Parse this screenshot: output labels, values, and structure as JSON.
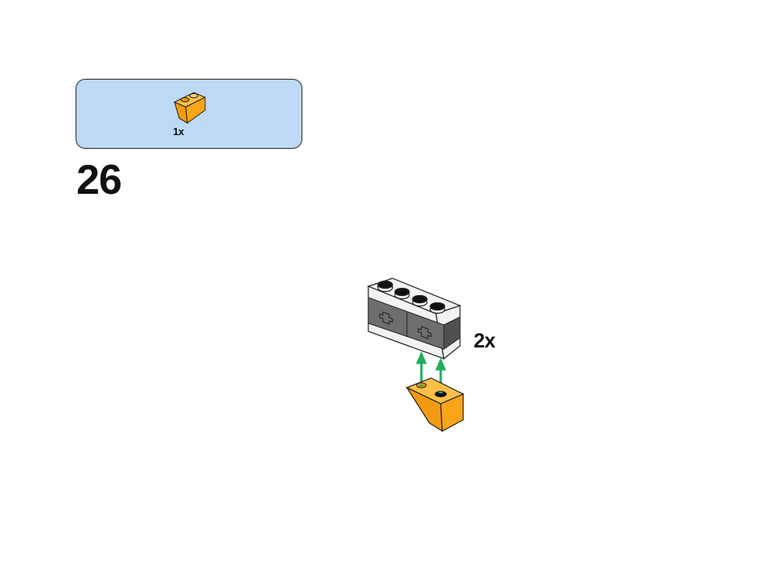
{
  "parts_callout": {
    "quantity": "1x",
    "part_icon": "orange-inverted-slope-brick-icon",
    "colors": {
      "panel": "#bdd9f3",
      "part": "#f9a51a"
    }
  },
  "step": {
    "number": "26"
  },
  "subassembly": {
    "quantity": "2x",
    "colors": {
      "brick_white": "#f2f2f2",
      "brick_grey": "#6d6e70",
      "arrow": "#1fae5a",
      "part": "#f9a51a"
    }
  }
}
